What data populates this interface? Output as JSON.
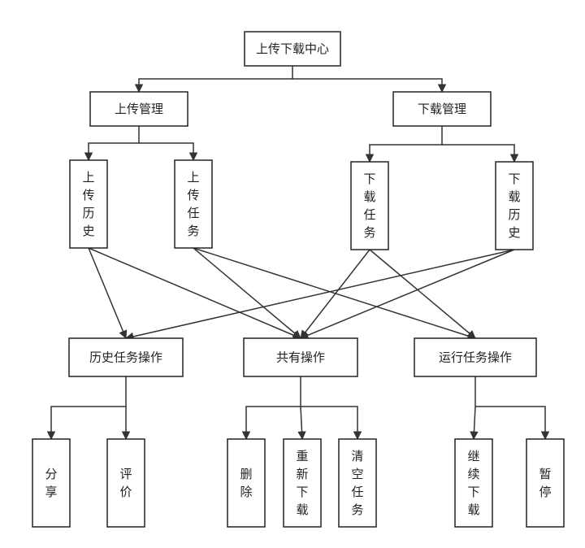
{
  "diagram": {
    "root": "上传下载中心",
    "upload_management": "上传管理",
    "download_management": "下载管理",
    "upload_history": "上传历史",
    "upload_task": "上传任务",
    "download_task": "下载任务",
    "download_history": "下载历史",
    "history_task_ops": "历史任务操作",
    "common_ops": "共有操作",
    "running_task_ops": "运行任务操作",
    "share": "分享",
    "review": "评价",
    "delete": "删除",
    "redownload": "重新下载",
    "clear_task": "清空任务",
    "continue_download": "继续下载",
    "pause": "暂停"
  }
}
